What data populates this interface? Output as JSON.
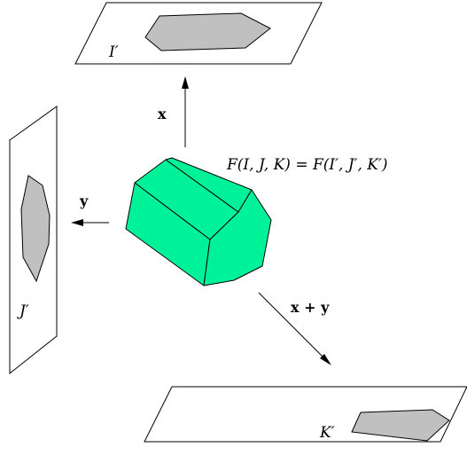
{
  "labels": {
    "plane_top": "I′",
    "plane_left": "J′",
    "plane_bottom": "K′",
    "arrow_up": "x",
    "arrow_left": "y",
    "arrow_diag": "x + y",
    "equation": "F(I, J, K) = F(I′, J′, K′)"
  },
  "colors": {
    "solid_face": "#00f299",
    "shadow": "#c0c0c0",
    "stroke": "#000000"
  }
}
